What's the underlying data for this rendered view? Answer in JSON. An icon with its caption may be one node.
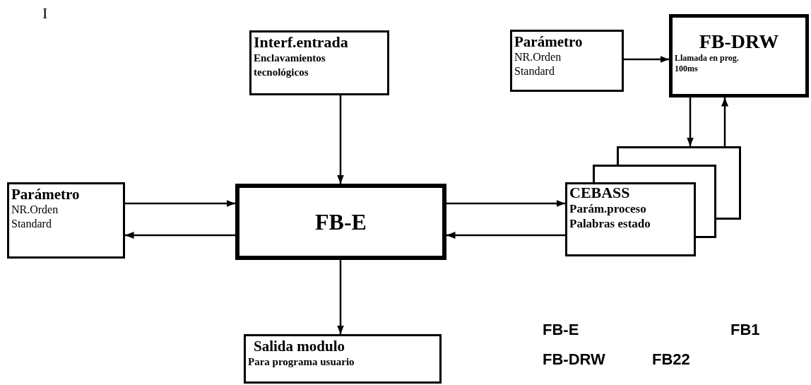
{
  "diagram": {
    "nodes": [
      {
        "text": [
          "Interf.entrada",
          "Enclavamientos tecnológicos"
        ]
      },
      {
        "text": [
          "Parámetro",
          "NR.Orden Standard"
        ]
      },
      {
        "text": [
          "FB-DRW",
          "Llamada en prog. 100ms"
        ]
      },
      {
        "text": [
          "Parámetro",
          "NR.Orden Standard"
        ]
      },
      {
        "text": [
          "FB-E"
        ]
      },
      {
        "text": [
          "CEBASS",
          "Parám.proceso Palabras estado"
        ]
      },
      {
        "text": [
          "Salida modulo",
          "Para programa usuario"
        ]
      }
    ],
    "edges": [
      {
        "from": 0,
        "to": 4,
        "arrow": "to"
      },
      {
        "from": 3,
        "to": 4,
        "arrow": "to"
      },
      {
        "from": 4,
        "to": 3,
        "arrow": "to"
      },
      {
        "from": 4,
        "to": 5,
        "arrow": "to"
      },
      {
        "from": 5,
        "to": 4,
        "arrow": "to"
      },
      {
        "from": 4,
        "to": 6,
        "arrow": "to"
      },
      {
        "from": 1,
        "to": 2,
        "arrow": "to"
      },
      {
        "from": 2,
        "to": 5,
        "arrow": "to"
      },
      {
        "from": 5,
        "to": 2,
        "arrow": "to"
      }
    ],
    "labels": [
      "I",
      "FB-E",
      "FB1",
      "FB-DRW",
      "FB22"
    ]
  }
}
